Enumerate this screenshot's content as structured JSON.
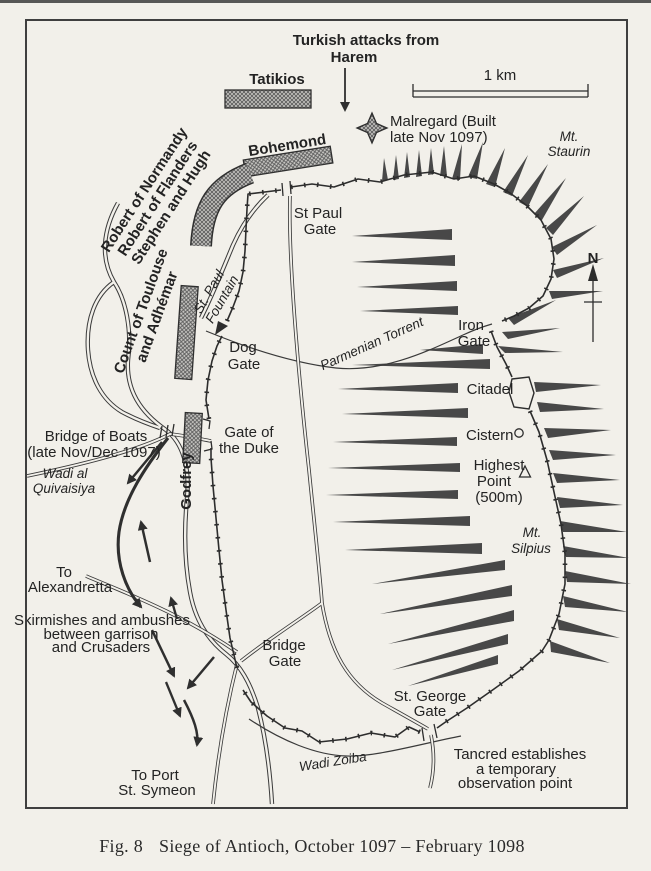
{
  "page": {
    "paper": "#f2f0ea",
    "ink": "#2d2d2d",
    "hatch_fill": "#c7c6c2"
  },
  "caption": {
    "fig": "Fig. 8",
    "title": "Siege of Antioch, October 1097 – February 1098"
  },
  "scale_bar": {
    "label": "1 km"
  },
  "compass": {
    "label": "N"
  },
  "labels": {
    "turkish_attacks": {
      "l1": "Turkish attacks from",
      "l2": "Harem"
    },
    "tatikios": "Tatikios",
    "malregard": {
      "l1": "Malregard (Built",
      "l2": "late Nov 1097)"
    },
    "mt_staurin": {
      "l1": "Mt.",
      "l2": "Staurin"
    },
    "bohemond": "Bohemond",
    "normandy": {
      "l1": "Robert of Normandy",
      "l2": "Robert of Flanders",
      "l3": "Stephen and Hugh"
    },
    "st_paul_gate": {
      "l1": "St Paul",
      "l2": "Gate"
    },
    "st_paul_fountain": {
      "l1": "St. Paul",
      "l2": "Fountain"
    },
    "toulouse": {
      "l1": "Count of Toulouse",
      "l2": "and Adhémar"
    },
    "dog_gate": {
      "l1": "Dog",
      "l2": "Gate"
    },
    "parmenian_torrent": "Parmenian Torrent",
    "iron_gate": {
      "l1": "Iron",
      "l2": "Gate"
    },
    "citadel": "Citadel",
    "cistern": "Cistern",
    "highest_point": {
      "l1": "Highest",
      "l2": "Point",
      "l3": "(500m)"
    },
    "mt_silpius": {
      "l1": "Mt.",
      "l2": "Silpius"
    },
    "bridge_of_boats": {
      "l1": "Bridge of Boats",
      "l2": "(late Nov/Dec 1097)"
    },
    "wadi_quivaisiya": {
      "l1": "Wadi al",
      "l2": "Quivaisiya"
    },
    "godfrey": "Godfrey",
    "gate_of_duke": {
      "l1": "Gate of",
      "l2": "the Duke"
    },
    "to_alexandretta": {
      "l1": "To",
      "l2": "Alexandretta"
    },
    "skirmishes": {
      "l1": "Skirmishes and ambushes",
      "l2": "between garrison",
      "l3": "and Crusaders"
    },
    "bridge_gate": {
      "l1": "Bridge",
      "l2": "Gate"
    },
    "st_george_gate": {
      "l1": "St. George",
      "l2": "Gate"
    },
    "wadi_zoiba": "Wadi Zoiba",
    "to_port_symeon": {
      "l1": "To Port",
      "l2": "St. Symeon"
    },
    "tancred": {
      "l1": "Tancred establishes",
      "l2": "a temporary",
      "l3": "observation point"
    }
  }
}
